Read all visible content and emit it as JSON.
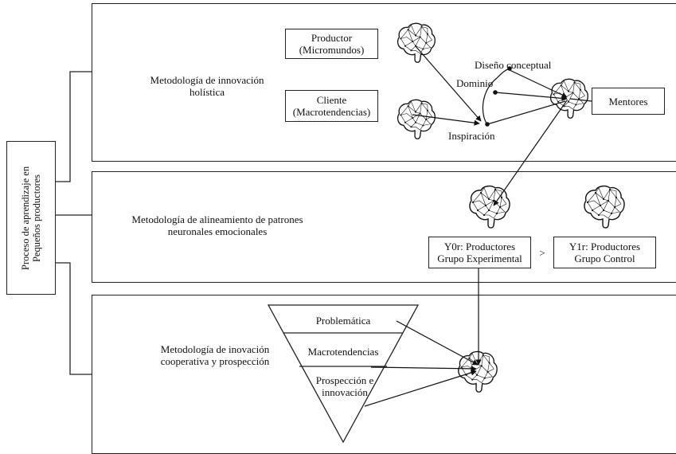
{
  "side_label": "Proceso de aprendizaje en\nPequeños productores",
  "sections": [
    {
      "label": "Metodología de innovación\nholística"
    },
    {
      "label": "Metodología de alineamiento de patrones\nneuronales emocionales"
    },
    {
      "label": "Metodología de inovación\ncooperativa y prospección"
    }
  ],
  "holistic": {
    "productor": "Productor\n(Micromundos)",
    "cliente": "Cliente\n(Macrotendencias)",
    "diseno": "Diseño conceptual",
    "dominio": "Dominio",
    "inspiracion": "Inspiración",
    "mentores": "Mentores"
  },
  "alignment": {
    "group_exp": "Y0r: Productores\nGrupo Experimental",
    "comparator": ">",
    "group_ctrl": "Y1r: Productores\nGrupo Control"
  },
  "funnel": {
    "problematica": "Problemática",
    "macrotendencias": "Macrotendencias",
    "prospeccion": "Prospección e\ninnovación"
  }
}
